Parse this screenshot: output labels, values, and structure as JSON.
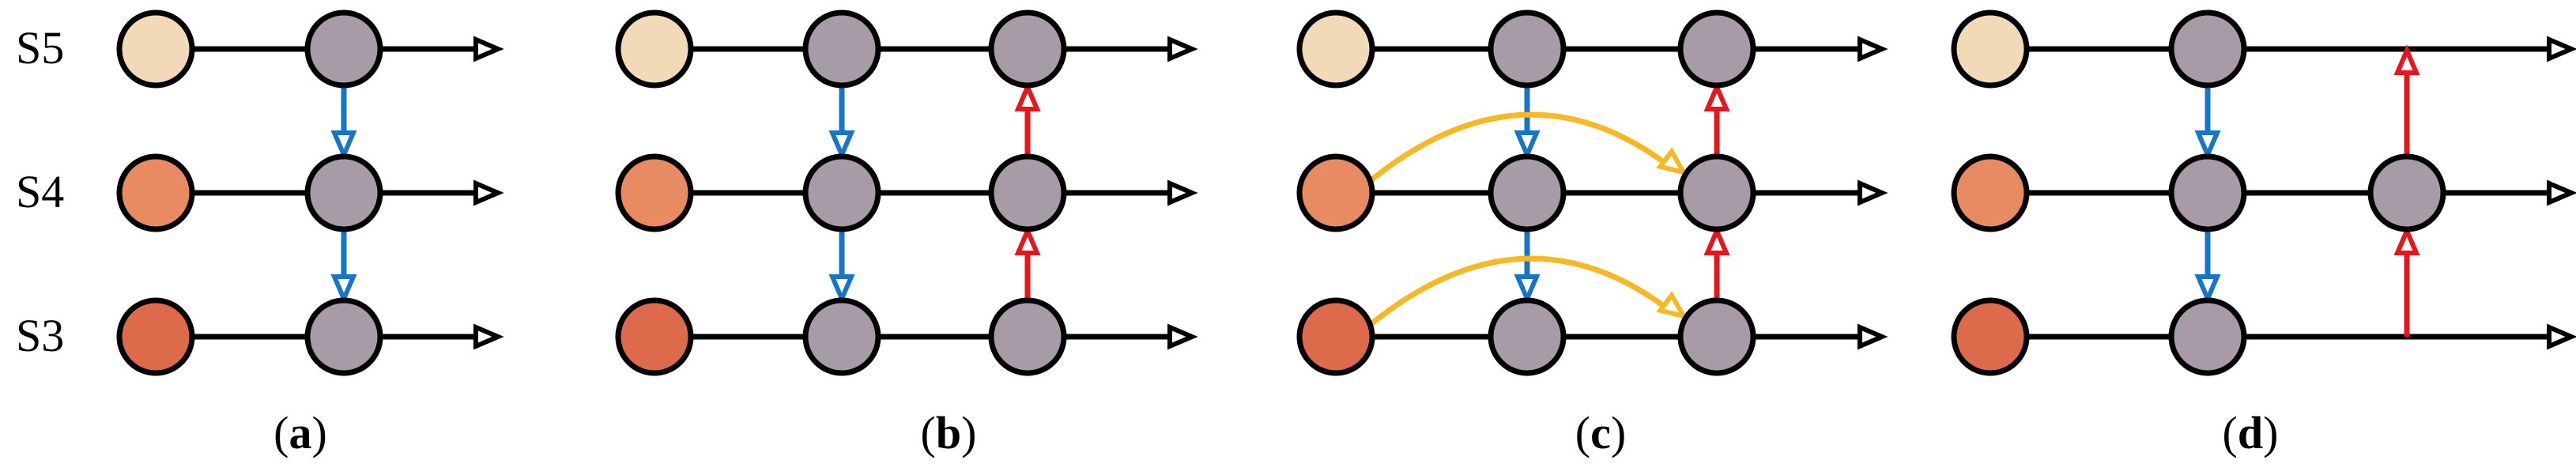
{
  "row_labels": [
    "S5",
    "S4",
    "S3"
  ],
  "colors": {
    "node_s5": "#F2D9B8",
    "node_s4": "#E88A62",
    "node_s3": "#DC6A4B",
    "node_gray": "#A89BA8",
    "edge_black": "#000000",
    "edge_blue": "#1874C4",
    "edge_red": "#E8151B",
    "edge_yellow": "#F6B823"
  },
  "panels": [
    {
      "id": "a",
      "caption_open": "(",
      "caption_letter": "a",
      "caption_close": ")"
    },
    {
      "id": "b",
      "caption_open": "(",
      "caption_letter": "b",
      "caption_close": ")"
    },
    {
      "id": "c",
      "caption_open": "(",
      "caption_letter": "c",
      "caption_close": ")"
    },
    {
      "id": "d",
      "caption_open": "(",
      "caption_letter": "d",
      "caption_close": ")"
    }
  ]
}
